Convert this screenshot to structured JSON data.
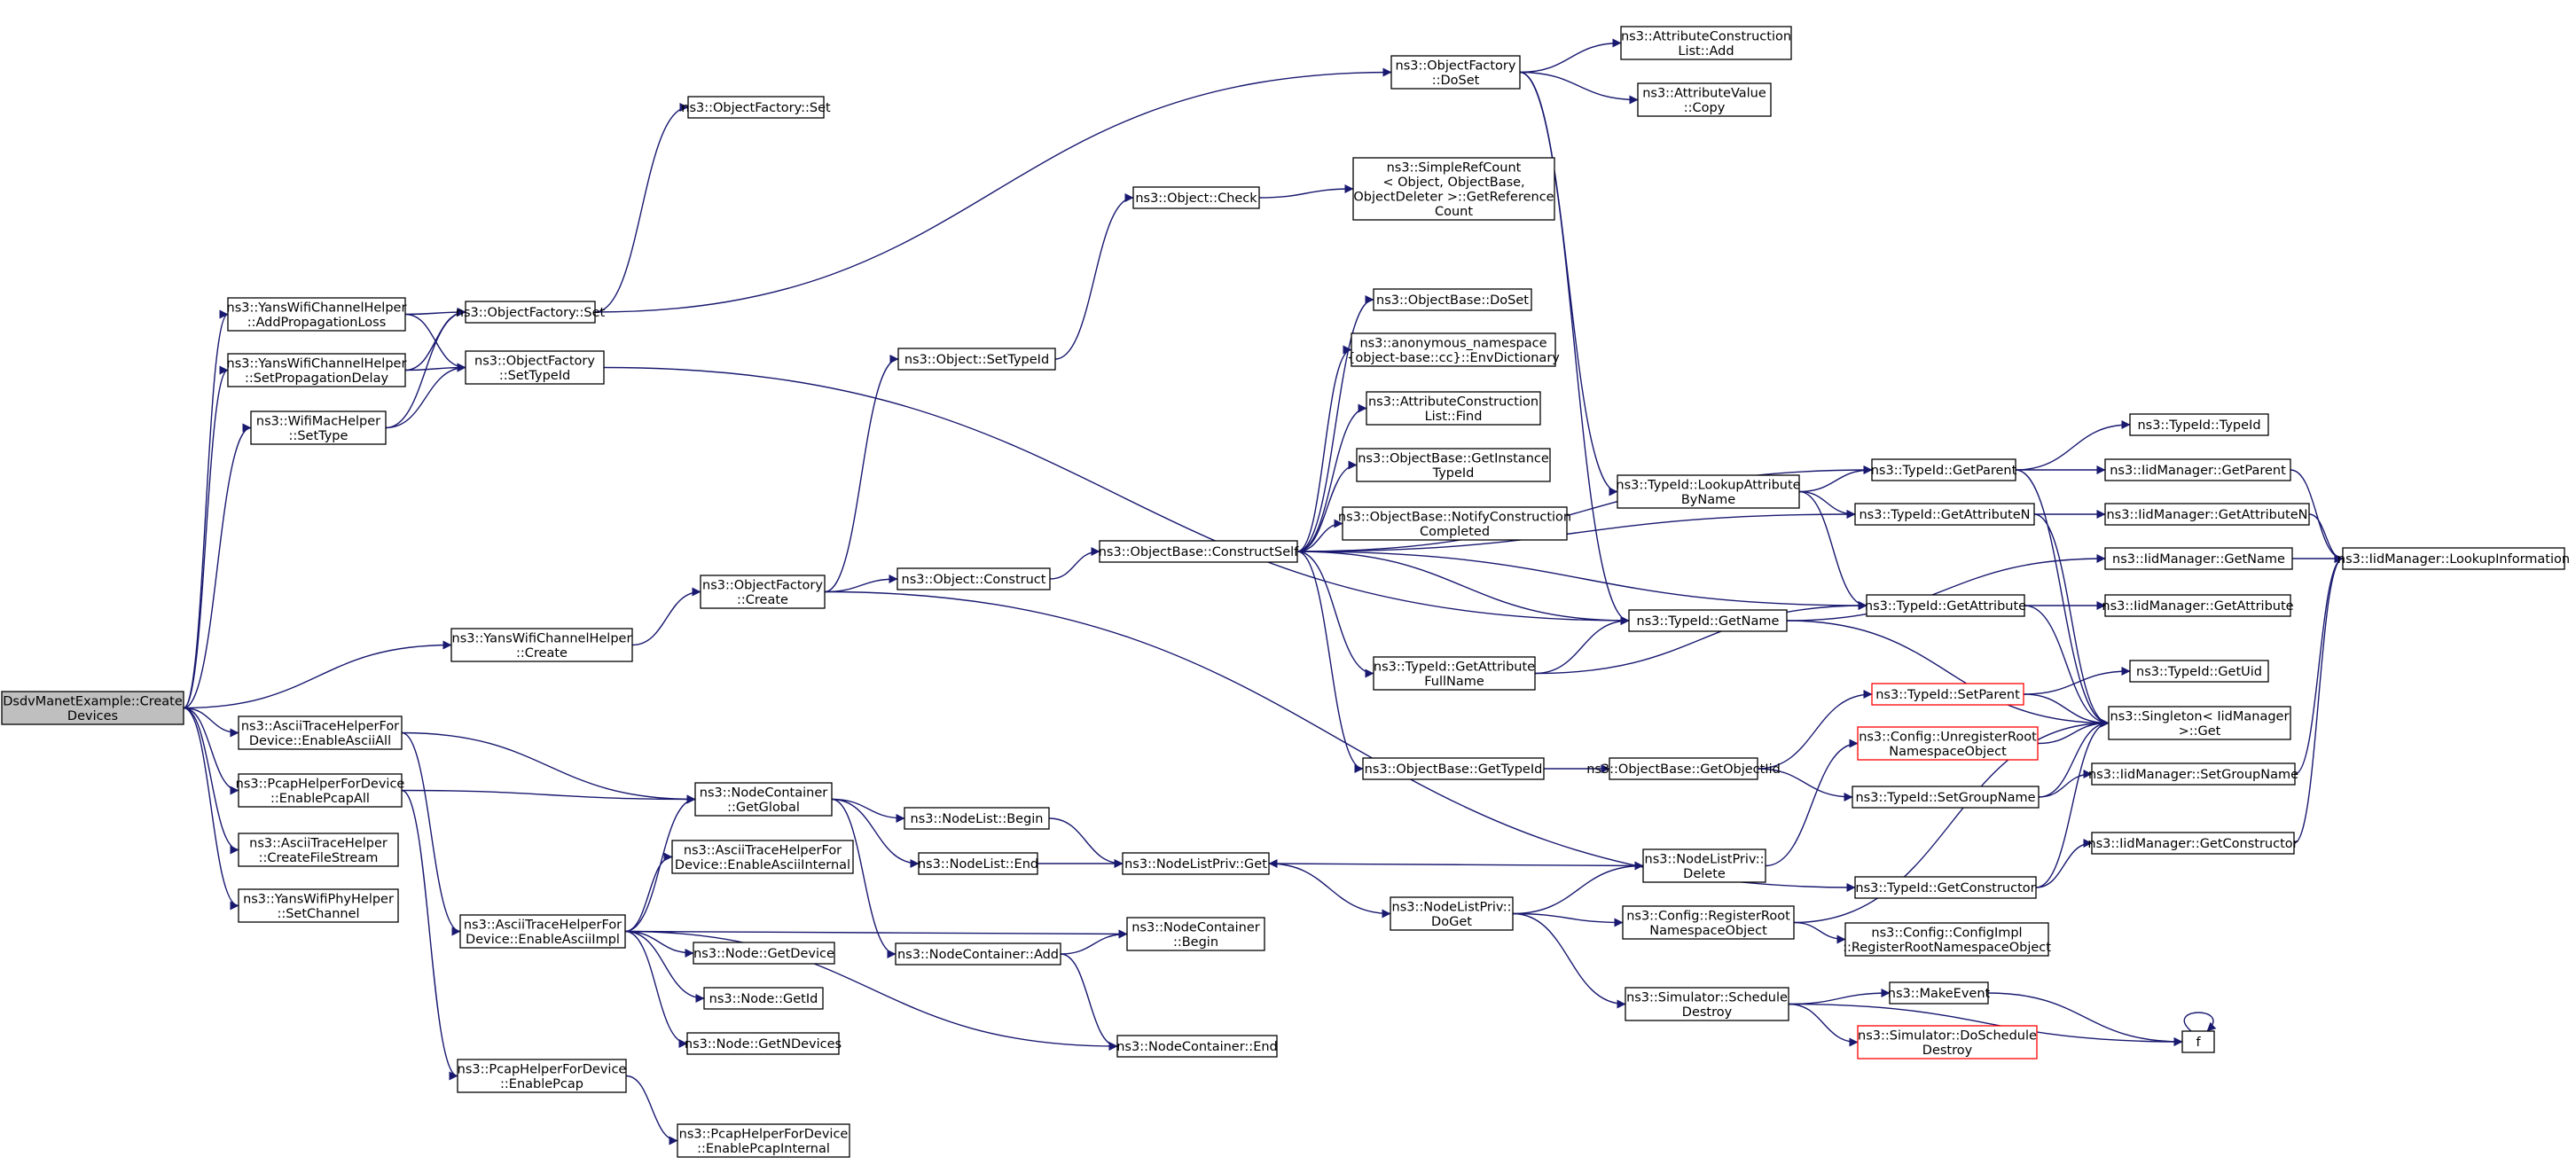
{
  "colors": {
    "edge": "#191970",
    "root_fill": "#bfbfbf",
    "node_border": "#000000",
    "highlight_border": "#ff0000",
    "background": "#ffffff"
  },
  "nodes": [
    {
      "id": "root",
      "lines": [
        "DsdvManetExample::Create",
        "Devices"
      ],
      "style": "root"
    },
    {
      "id": "addprop",
      "lines": [
        "ns3::YansWifiChannelHelper",
        "::AddPropagationLoss"
      ]
    },
    {
      "id": "setpropdelay",
      "lines": [
        "ns3::YansWifiChannelHelper",
        "::SetPropagationDelay"
      ]
    },
    {
      "id": "wifimacsettype",
      "lines": [
        "ns3::WifiMacHelper",
        "::SetType"
      ]
    },
    {
      "id": "yanscreate",
      "lines": [
        "ns3::YansWifiChannelHelper",
        "::Create"
      ]
    },
    {
      "id": "asciiall",
      "lines": [
        "ns3::AsciiTraceHelperFor",
        "Device::EnableAsciiAll"
      ]
    },
    {
      "id": "pcapall",
      "lines": [
        "ns3::PcapHelperForDevice",
        "::EnablePcapAll"
      ]
    },
    {
      "id": "createfilestream",
      "lines": [
        "ns3::AsciiTraceHelper",
        "::CreateFileStream"
      ]
    },
    {
      "id": "setchannel",
      "lines": [
        "ns3::YansWifiPhyHelper",
        "::SetChannel"
      ]
    },
    {
      "id": "ofset",
      "lines": [
        "ns3::ObjectFactory::Set"
      ]
    },
    {
      "id": "ofsettypeid",
      "lines": [
        "ns3::ObjectFactory",
        "::SetTypeId"
      ]
    },
    {
      "id": "ofset2",
      "lines": [
        "ns3::ObjectFactory::Set"
      ]
    },
    {
      "id": "ofdoset",
      "lines": [
        "ns3::ObjectFactory",
        "::DoSet"
      ]
    },
    {
      "id": "aclistadd",
      "lines": [
        "ns3::AttributeConstruction",
        "List::Add"
      ]
    },
    {
      "id": "avcopy",
      "lines": [
        "ns3::AttributeValue",
        "::Copy"
      ]
    },
    {
      "id": "objsettypeid",
      "lines": [
        "ns3::Object::SetTypeId"
      ]
    },
    {
      "id": "objcheck",
      "lines": [
        "ns3::Object::Check"
      ]
    },
    {
      "id": "simpleref",
      "lines": [
        "ns3::SimpleRefCount",
        "< Object, ObjectBase,",
        "ObjectDeleter >::GetReference",
        "Count"
      ]
    },
    {
      "id": "ofcreate",
      "lines": [
        "ns3::ObjectFactory",
        "::Create"
      ]
    },
    {
      "id": "objconstruct",
      "lines": [
        "ns3::Object::Construct"
      ]
    },
    {
      "id": "obconstructself",
      "lines": [
        "ns3::ObjectBase::ConstructSelf"
      ]
    },
    {
      "id": "obdoset",
      "lines": [
        "ns3::ObjectBase::DoSet"
      ]
    },
    {
      "id": "anonenv",
      "lines": [
        "ns3::anonymous_namespace",
        "{object-base::cc}::EnvDictionary"
      ]
    },
    {
      "id": "aclistfind",
      "lines": [
        "ns3::AttributeConstruction",
        "List::Find"
      ]
    },
    {
      "id": "obgetinstance",
      "lines": [
        "ns3::ObjectBase::GetInstance",
        "TypeId"
      ]
    },
    {
      "id": "obnotify",
      "lines": [
        "ns3::ObjectBase::NotifyConstruction",
        "Completed"
      ]
    },
    {
      "id": "tidgetattrfull",
      "lines": [
        "ns3::TypeId::GetAttribute",
        "FullName"
      ]
    },
    {
      "id": "obgettypeid",
      "lines": [
        "ns3::ObjectBase::GetTypeId"
      ]
    },
    {
      "id": "tidlookupattr",
      "lines": [
        "ns3::TypeId::LookupAttribute",
        "ByName"
      ]
    },
    {
      "id": "tidgetname",
      "lines": [
        "ns3::TypeId::GetName"
      ]
    },
    {
      "id": "tidgetparent",
      "lines": [
        "ns3::TypeId::GetParent"
      ]
    },
    {
      "id": "tidgetattrn",
      "lines": [
        "ns3::TypeId::GetAttributeN"
      ]
    },
    {
      "id": "tidgetattr",
      "lines": [
        "ns3::TypeId::GetAttribute"
      ]
    },
    {
      "id": "tidtypeid",
      "lines": [
        "ns3::TypeId::TypeId"
      ]
    },
    {
      "id": "iidgetparent",
      "lines": [
        "ns3::IidManager::GetParent"
      ]
    },
    {
      "id": "iidgetattrn",
      "lines": [
        "ns3::IidManager::GetAttributeN"
      ]
    },
    {
      "id": "iidgetname",
      "lines": [
        "ns3::IidManager::GetName"
      ]
    },
    {
      "id": "iidgetattr",
      "lines": [
        "ns3::IidManager::GetAttribute"
      ]
    },
    {
      "id": "iidlookup",
      "lines": [
        "ns3::IidManager::LookupInformation"
      ]
    },
    {
      "id": "tidgetuid",
      "lines": [
        "ns3::TypeId::GetUid"
      ]
    },
    {
      "id": "singleton",
      "lines": [
        "ns3::Singleton< IidManager",
        ">::Get"
      ]
    },
    {
      "id": "iidsetgroup",
      "lines": [
        "ns3::IidManager::SetGroupName"
      ]
    },
    {
      "id": "iidgetctor",
      "lines": [
        "ns3::IidManager::GetConstructor"
      ]
    },
    {
      "id": "tidsetparent",
      "lines": [
        "ns3::TypeId::SetParent"
      ],
      "style": "red"
    },
    {
      "id": "cfgunreg",
      "lines": [
        "ns3::Config::UnregisterRoot",
        "NamespaceObject"
      ],
      "style": "red"
    },
    {
      "id": "obgetobjtid",
      "lines": [
        "ns3::ObjectBase::GetObjectIid"
      ]
    },
    {
      "id": "tidsetgroup",
      "lines": [
        "ns3::TypeId::SetGroupName"
      ]
    },
    {
      "id": "tidgetctor",
      "lines": [
        "ns3::TypeId::GetConstructor"
      ]
    },
    {
      "id": "ncgetglobal",
      "lines": [
        "ns3::NodeContainer",
        "::GetGlobal"
      ]
    },
    {
      "id": "asciiinternal",
      "lines": [
        "ns3::AsciiTraceHelperFor",
        "Device::EnableAsciiInternal"
      ]
    },
    {
      "id": "asciiimpl",
      "lines": [
        "ns3::AsciiTraceHelperFor",
        "Device::EnableAsciiImpl"
      ]
    },
    {
      "id": "nodegetdevice",
      "lines": [
        "ns3::Node::GetDevice"
      ]
    },
    {
      "id": "nodegetid",
      "lines": [
        "ns3::Node::GetId"
      ]
    },
    {
      "id": "nodegetndevices",
      "lines": [
        "ns3::Node::GetNDevices"
      ]
    },
    {
      "id": "pcapenable",
      "lines": [
        "ns3::PcapHelperForDevice",
        "::EnablePcap"
      ]
    },
    {
      "id": "pcapinternal",
      "lines": [
        "ns3::PcapHelperForDevice",
        "::EnablePcapInternal"
      ]
    },
    {
      "id": "nlbegin",
      "lines": [
        "ns3::NodeList::Begin"
      ]
    },
    {
      "id": "nlend",
      "lines": [
        "ns3::NodeList::End"
      ]
    },
    {
      "id": "ncadd",
      "lines": [
        "ns3::NodeContainer::Add"
      ]
    },
    {
      "id": "ncbegin",
      "lines": [
        "ns3::NodeContainer",
        "::Begin"
      ]
    },
    {
      "id": "ncend",
      "lines": [
        "ns3::NodeContainer::End"
      ]
    },
    {
      "id": "nlprivget",
      "lines": [
        "ns3::NodeListPriv::Get"
      ]
    },
    {
      "id": "nlprivdoget",
      "lines": [
        "ns3::NodeListPriv::",
        "DoGet"
      ]
    },
    {
      "id": "nlprivdelete",
      "lines": [
        "ns3::NodeListPriv::",
        "Delete"
      ]
    },
    {
      "id": "cfgreg",
      "lines": [
        "ns3::Config::RegisterRoot",
        "NamespaceObject"
      ]
    },
    {
      "id": "cfgimplreg",
      "lines": [
        "ns3::Config::ConfigImpl",
        "::RegisterRootNamespaceObject"
      ]
    },
    {
      "id": "simschedule",
      "lines": [
        "ns3::Simulator::Schedule",
        "Destroy"
      ]
    },
    {
      "id": "makeevent",
      "lines": [
        "ns3::MakeEvent"
      ]
    },
    {
      "id": "simdoschedule",
      "lines": [
        "ns3::Simulator::DoSchedule",
        "Destroy"
      ],
      "style": "red"
    },
    {
      "id": "f",
      "lines": [
        "f"
      ]
    }
  ],
  "edges": [
    [
      "root",
      "addprop"
    ],
    [
      "root",
      "setpropdelay"
    ],
    [
      "root",
      "wifimacsettype"
    ],
    [
      "root",
      "yanscreate"
    ],
    [
      "root",
      "asciiall"
    ],
    [
      "root",
      "pcapall"
    ],
    [
      "root",
      "createfilestream"
    ],
    [
      "root",
      "setchannel"
    ],
    [
      "addprop",
      "ofset"
    ],
    [
      "addprop",
      "ofsettypeid"
    ],
    [
      "setpropdelay",
      "ofset"
    ],
    [
      "setpropdelay",
      "ofsettypeid"
    ],
    [
      "wifimacsettype",
      "ofset"
    ],
    [
      "wifimacsettype",
      "ofsettypeid"
    ],
    [
      "ofset",
      "ofset2"
    ],
    [
      "ofset",
      "ofdoset"
    ],
    [
      "ofsettypeid",
      "tidgetname"
    ],
    [
      "ofdoset",
      "aclistadd"
    ],
    [
      "ofdoset",
      "avcopy"
    ],
    [
      "ofdoset",
      "tidlookupattr"
    ],
    [
      "ofdoset",
      "tidgetname"
    ],
    [
      "yanscreate",
      "ofcreate"
    ],
    [
      "ofcreate",
      "objsettypeid"
    ],
    [
      "ofcreate",
      "objconstruct"
    ],
    [
      "ofcreate",
      "tidgetctor"
    ],
    [
      "objsettypeid",
      "objcheck"
    ],
    [
      "objcheck",
      "simpleref"
    ],
    [
      "objconstruct",
      "obconstructself"
    ],
    [
      "obconstructself",
      "obdoset"
    ],
    [
      "obconstructself",
      "anonenv"
    ],
    [
      "obconstructself",
      "aclistfind"
    ],
    [
      "obconstructself",
      "obgetinstance"
    ],
    [
      "obconstructself",
      "obnotify"
    ],
    [
      "obconstructself",
      "tidgetattrfull"
    ],
    [
      "obconstructself",
      "obgettypeid"
    ],
    [
      "obconstructself",
      "tidgetname"
    ],
    [
      "obconstructself",
      "tidgetparent"
    ],
    [
      "obconstructself",
      "tidgetattrn"
    ],
    [
      "obconstructself",
      "tidgetattr"
    ],
    [
      "tidgetattrfull",
      "tidgetname"
    ],
    [
      "tidgetattrfull",
      "tidgetattr"
    ],
    [
      "obgettypeid",
      "obgetobjtid"
    ],
    [
      "obgetobjtid",
      "tidsetparent"
    ],
    [
      "obgetobjtid",
      "tidsetgroup"
    ],
    [
      "tidlookupattr",
      "tidgetparent"
    ],
    [
      "tidlookupattr",
      "tidgetattrn"
    ],
    [
      "tidlookupattr",
      "tidgetattr"
    ],
    [
      "tidgetname",
      "iidgetname"
    ],
    [
      "tidgetname",
      "singleton"
    ],
    [
      "tidgetparent",
      "tidtypeid"
    ],
    [
      "tidgetparent",
      "iidgetparent"
    ],
    [
      "tidgetparent",
      "singleton"
    ],
    [
      "tidgetattrn",
      "iidgetattrn"
    ],
    [
      "tidgetattrn",
      "singleton"
    ],
    [
      "tidgetattr",
      "iidgetattr"
    ],
    [
      "tidgetattr",
      "singleton"
    ],
    [
      "iidgetparent",
      "iidlookup"
    ],
    [
      "iidgetattrn",
      "iidlookup"
    ],
    [
      "iidgetname",
      "iidlookup"
    ],
    [
      "tidsetparent",
      "tidgetuid"
    ],
    [
      "tidsetparent",
      "singleton"
    ],
    [
      "tidsetgroup",
      "singleton"
    ],
    [
      "tidsetgroup",
      "iidsetgroup"
    ],
    [
      "iidsetgroup",
      "iidlookup"
    ],
    [
      "tidgetctor",
      "singleton"
    ],
    [
      "tidgetctor",
      "iidgetctor"
    ],
    [
      "iidgetctor",
      "iidlookup"
    ],
    [
      "asciiall",
      "ncgetglobal"
    ],
    [
      "asciiall",
      "asciiimpl"
    ],
    [
      "pcapall",
      "ncgetglobal"
    ],
    [
      "pcapall",
      "pcapenable"
    ],
    [
      "asciiimpl",
      "ncgetglobal"
    ],
    [
      "asciiimpl",
      "asciiinternal"
    ],
    [
      "asciiimpl",
      "nodegetdevice"
    ],
    [
      "asciiimpl",
      "nodegetid"
    ],
    [
      "asciiimpl",
      "nodegetndevices"
    ],
    [
      "asciiimpl",
      "ncbegin"
    ],
    [
      "asciiimpl",
      "ncend"
    ],
    [
      "pcapenable",
      "pcapinternal"
    ],
    [
      "ncgetglobal",
      "nlbegin"
    ],
    [
      "ncgetglobal",
      "nlend"
    ],
    [
      "ncgetglobal",
      "ncadd"
    ],
    [
      "nlbegin",
      "nlprivget"
    ],
    [
      "nlend",
      "nlprivget"
    ],
    [
      "ncadd",
      "ncbegin"
    ],
    [
      "ncadd",
      "ncend"
    ],
    [
      "nlprivget",
      "nlprivdoget"
    ],
    [
      "nlprivdelete",
      "nlprivget"
    ],
    [
      "nlprivdoget",
      "nlprivdelete"
    ],
    [
      "nlprivdoget",
      "cfgreg"
    ],
    [
      "nlprivdoget",
      "simschedule"
    ],
    [
      "nlprivdelete",
      "cfgunreg"
    ],
    [
      "cfgreg",
      "cfgimplreg"
    ],
    [
      "cfgreg",
      "singleton"
    ],
    [
      "cfgunreg",
      "singleton"
    ],
    [
      "simschedule",
      "makeevent"
    ],
    [
      "simschedule",
      "simdoschedule"
    ],
    [
      "simschedule",
      "f"
    ],
    [
      "makeevent",
      "f"
    ],
    [
      "f",
      "f"
    ]
  ]
}
